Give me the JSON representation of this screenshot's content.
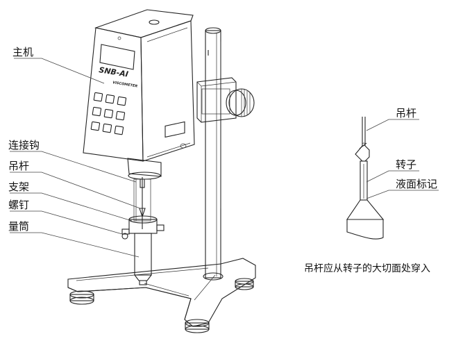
{
  "device": {
    "brand_text": "SNB-AI",
    "subtitle_text": "VISCOMETER"
  },
  "labels": {
    "main_unit": "主机",
    "connector_hook": "连接钩",
    "hanger_rod": "吊杆",
    "bracket": "支架",
    "screw": "螺钉",
    "measuring_cylinder": "量筒"
  },
  "detail": {
    "hanger_rod": "吊杆",
    "rotor": "转子",
    "liquid_mark": "液面标记",
    "caption": "吊杆应从转子的大切面处穿入"
  },
  "colors": {
    "line": "#222222",
    "screen": "#e6e6e6",
    "background": "#ffffff"
  }
}
